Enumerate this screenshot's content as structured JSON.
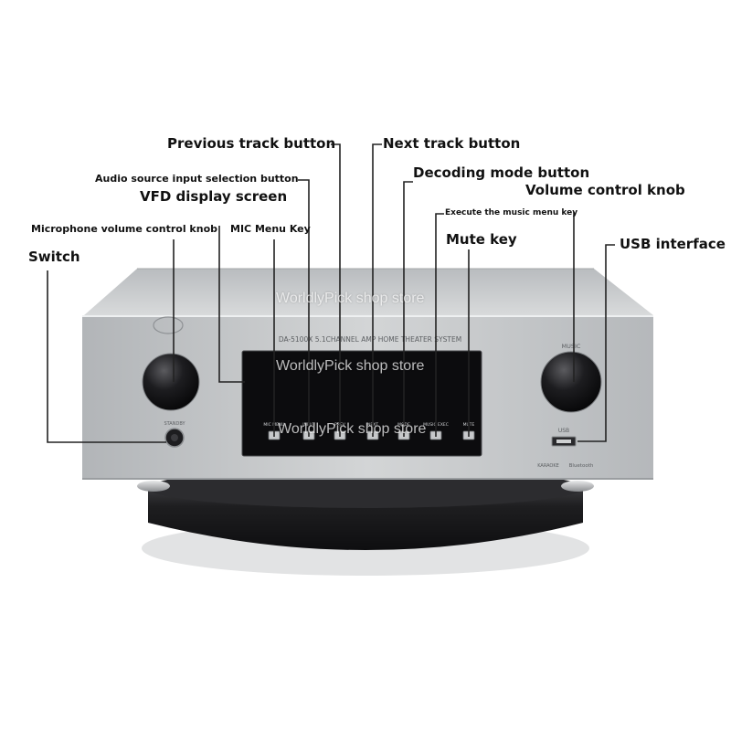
{
  "labels": {
    "previous_track": "Previous track button",
    "next_track": "Next track button",
    "audio_source": "Audio source input selection button",
    "decoding_mode": "Decoding mode button",
    "vfd_display": "VFD display screen",
    "volume_knob": "Volume control knob",
    "execute_music_menu": "Execute the music menu key",
    "mic_volume_knob": "Microphone volume control knob",
    "mic_menu": "MIC Menu Key",
    "mute": "Mute key",
    "usb": "USB interface",
    "switch": "Switch"
  },
  "device": {
    "model_text": "DA-5100X  5.1CHANNEL  AMP HOME THEATER SYSTEM",
    "music_label": "MUSIC",
    "usb_label": "USB",
    "standby_label": "STANDBY",
    "karaoke_label": "KARAOKE",
    "bluetooth_label": "Bluetooth",
    "button_labels": [
      "MIC MENU",
      "INPUT",
      "PREV",
      "NEXT",
      "MODE",
      "MUSIC EXEC",
      "MUTE"
    ]
  },
  "watermark": "WorldlyPick shop store",
  "colors": {
    "chassis": "#c9cbcd",
    "chassis_dark": "#8f9296",
    "display": "#0c0c0e",
    "knob": "#1a1a1c",
    "base": "#1c1c1e",
    "leader": "#222222"
  }
}
